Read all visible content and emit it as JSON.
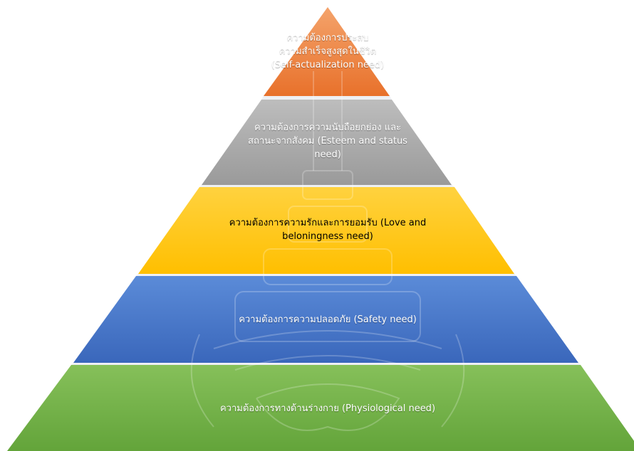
{
  "pyramid": {
    "levels": [
      {
        "id": "self-actualization",
        "lines": [
          "ความต้องการประสบ",
          "ความสำเร็จสูงสุดในชีวิต",
          "(Self-actualization need)"
        ],
        "color": "#ed7d31"
      },
      {
        "id": "esteem",
        "lines": [
          "ความต้องการความนับถือยกย่อง และ",
          "สถานะจากสังคม (Esteem and status",
          "need)"
        ],
        "color": "#a5a5a5"
      },
      {
        "id": "love",
        "lines": [
          "ความต้องการความรักและการยอมรับ (Love and",
          "beloningness need)"
        ],
        "color": "#ffc000"
      },
      {
        "id": "safety",
        "lines": [
          "ความต้องการความปลอดภัย (Safety need)"
        ],
        "color": "#4472c4"
      },
      {
        "id": "physiological",
        "lines": [
          "ความต้องการทางด้านร่างกาย (Physiological need)"
        ],
        "color": "#70ad47"
      }
    ]
  }
}
